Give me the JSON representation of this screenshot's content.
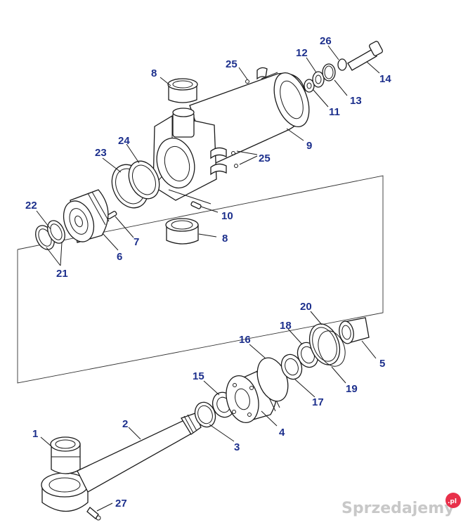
{
  "diagram": {
    "callout_color": "#1c2f8c",
    "callouts": [
      {
        "id": "1",
        "label": "1"
      },
      {
        "id": "2",
        "label": "2"
      },
      {
        "id": "3",
        "label": "3"
      },
      {
        "id": "4",
        "label": "4"
      },
      {
        "id": "5",
        "label": "5"
      },
      {
        "id": "6",
        "label": "6"
      },
      {
        "id": "7",
        "label": "7"
      },
      {
        "id": "8a",
        "label": "8"
      },
      {
        "id": "8b",
        "label": "8"
      },
      {
        "id": "9",
        "label": "9"
      },
      {
        "id": "10",
        "label": "10"
      },
      {
        "id": "11",
        "label": "11"
      },
      {
        "id": "12",
        "label": "12"
      },
      {
        "id": "13",
        "label": "13"
      },
      {
        "id": "14",
        "label": "14"
      },
      {
        "id": "15",
        "label": "15"
      },
      {
        "id": "16",
        "label": "16"
      },
      {
        "id": "17",
        "label": "17"
      },
      {
        "id": "18",
        "label": "18"
      },
      {
        "id": "19",
        "label": "19"
      },
      {
        "id": "20",
        "label": "20"
      },
      {
        "id": "21",
        "label": "21"
      },
      {
        "id": "22",
        "label": "22"
      },
      {
        "id": "23",
        "label": "23"
      },
      {
        "id": "24",
        "label": "24"
      },
      {
        "id": "25a",
        "label": "25"
      },
      {
        "id": "25b",
        "label": "25"
      },
      {
        "id": "26",
        "label": "26"
      },
      {
        "id": "27",
        "label": "27"
      }
    ]
  },
  "watermark": {
    "text": "Sprzedajemy",
    "badge": ".pl",
    "badge_color": "#e8304a"
  }
}
